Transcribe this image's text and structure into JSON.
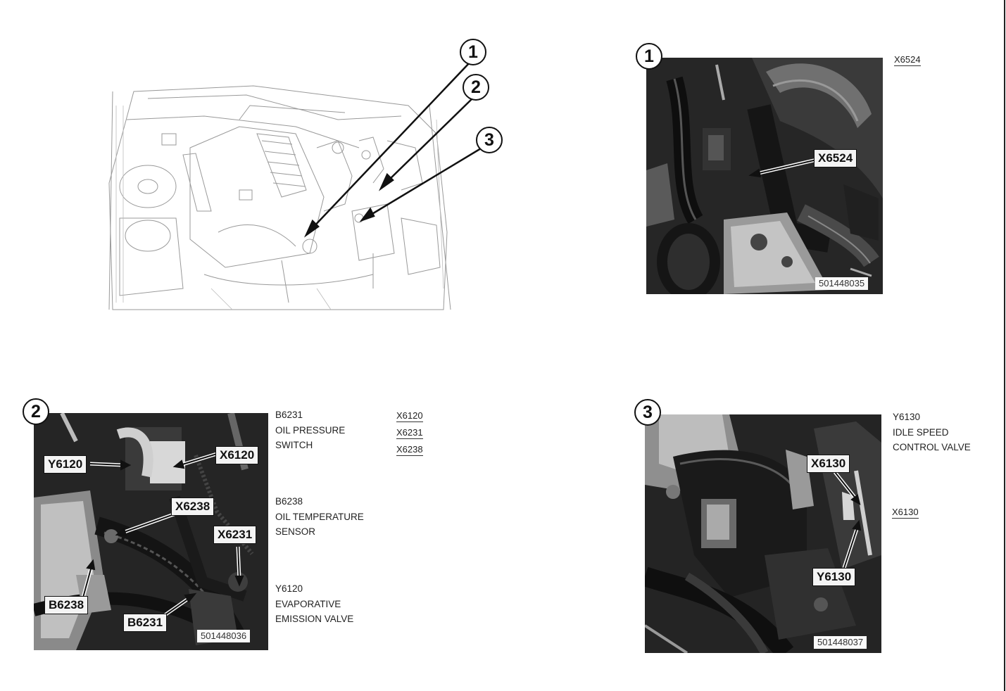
{
  "overview": {
    "callouts": [
      "1",
      "2",
      "3"
    ]
  },
  "panel1": {
    "callout": "1",
    "connector_ref": "X6524",
    "tags": {
      "x6524": "X6524"
    },
    "doc_number": "501448035"
  },
  "panel2": {
    "callout": "2",
    "tags": {
      "y6120": "Y6120",
      "x6120": "X6120",
      "x6238": "X6238",
      "x6231": "X6231",
      "b6238": "B6238",
      "b6231": "B6231"
    },
    "doc_number": "501448036",
    "components": [
      {
        "id": "B6231",
        "lines": [
          "OIL PRESSURE",
          "SWITCH"
        ]
      },
      {
        "id": "B6238",
        "lines": [
          "OIL TEMPERATURE",
          "SENSOR"
        ]
      },
      {
        "id": "Y6120",
        "lines": [
          "EVAPORATIVE",
          "EMISSION VALVE"
        ]
      }
    ],
    "connectors": [
      "X6120",
      "X6231",
      "X6238"
    ]
  },
  "panel3": {
    "callout": "3",
    "tags": {
      "x6130": "X6130",
      "y6130": "Y6130"
    },
    "doc_number": "501448037",
    "component": {
      "id": "Y6130",
      "lines": [
        "IDLE SPEED",
        "CONTROL VALVE"
      ]
    },
    "connector_ref": "X6130"
  },
  "colors": {
    "photo_bg": "#1f1f1f",
    "line": "#111111",
    "tag_bg": "#f4f4f4"
  }
}
